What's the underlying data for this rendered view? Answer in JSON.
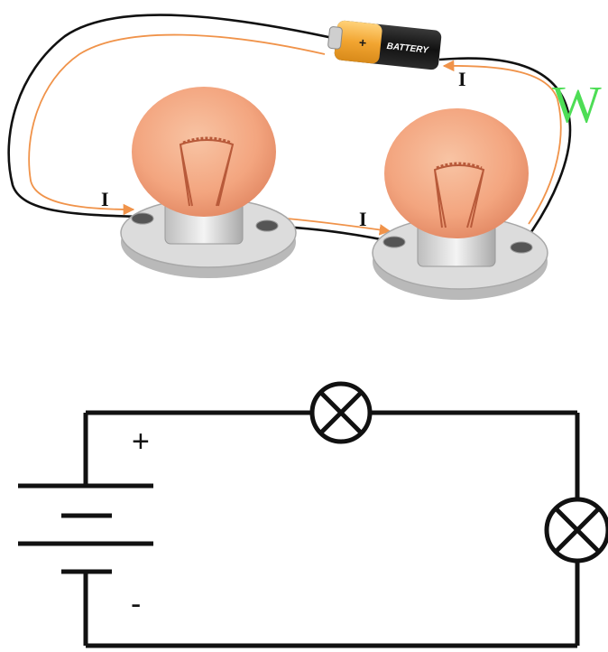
{
  "pictorial": {
    "battery_label": "BATTERY",
    "battery_plus": "+",
    "current_labels": [
      "I",
      "I",
      "I"
    ],
    "corner_letter": "W"
  },
  "schematic": {
    "plus_sign": "+",
    "minus_sign": "-"
  },
  "colors": {
    "wire": "#111111",
    "current_arrow": "#f0934a",
    "bulb_glass": "#f3a57f",
    "filament": "#b85a3a",
    "base": "#d9d9d9",
    "battery_body": "#1b1b1b",
    "battery_cap": "#f2a531",
    "corner_letter": "#4ddd55"
  }
}
